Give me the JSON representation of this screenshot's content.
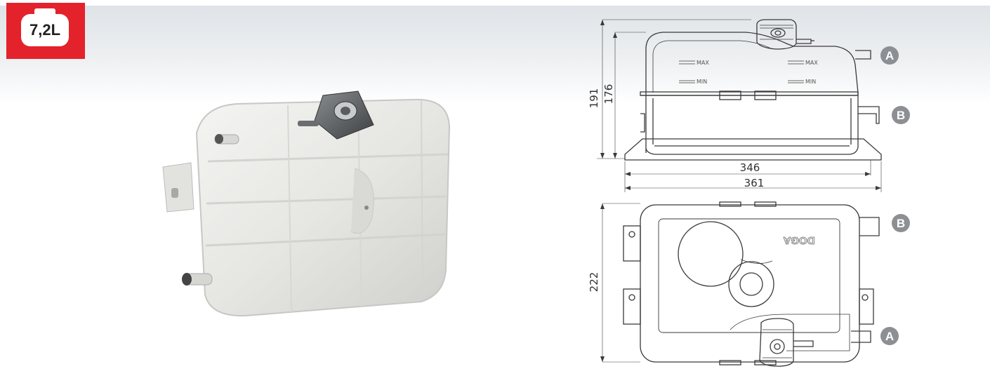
{
  "capacity_badge": {
    "label": "7,2L",
    "color": "#e3222b"
  },
  "side_view": {
    "dimensions": {
      "height_total": "191",
      "height_body": "176",
      "width_body": "346",
      "width_total": "361"
    },
    "level_marks": {
      "max_left": "MAX",
      "max_right": "MAX",
      "min_left": "MIN",
      "min_right": "MIN"
    },
    "connector_a": "A",
    "connector_b": "B"
  },
  "top_view": {
    "dimensions": {
      "depth_total": "222"
    },
    "connector_a": "A",
    "connector_b": "B",
    "mirrored_logo": "DOGA"
  },
  "colors": {
    "connector_badge": "#8c8f93",
    "line": "#3a3a3a"
  }
}
